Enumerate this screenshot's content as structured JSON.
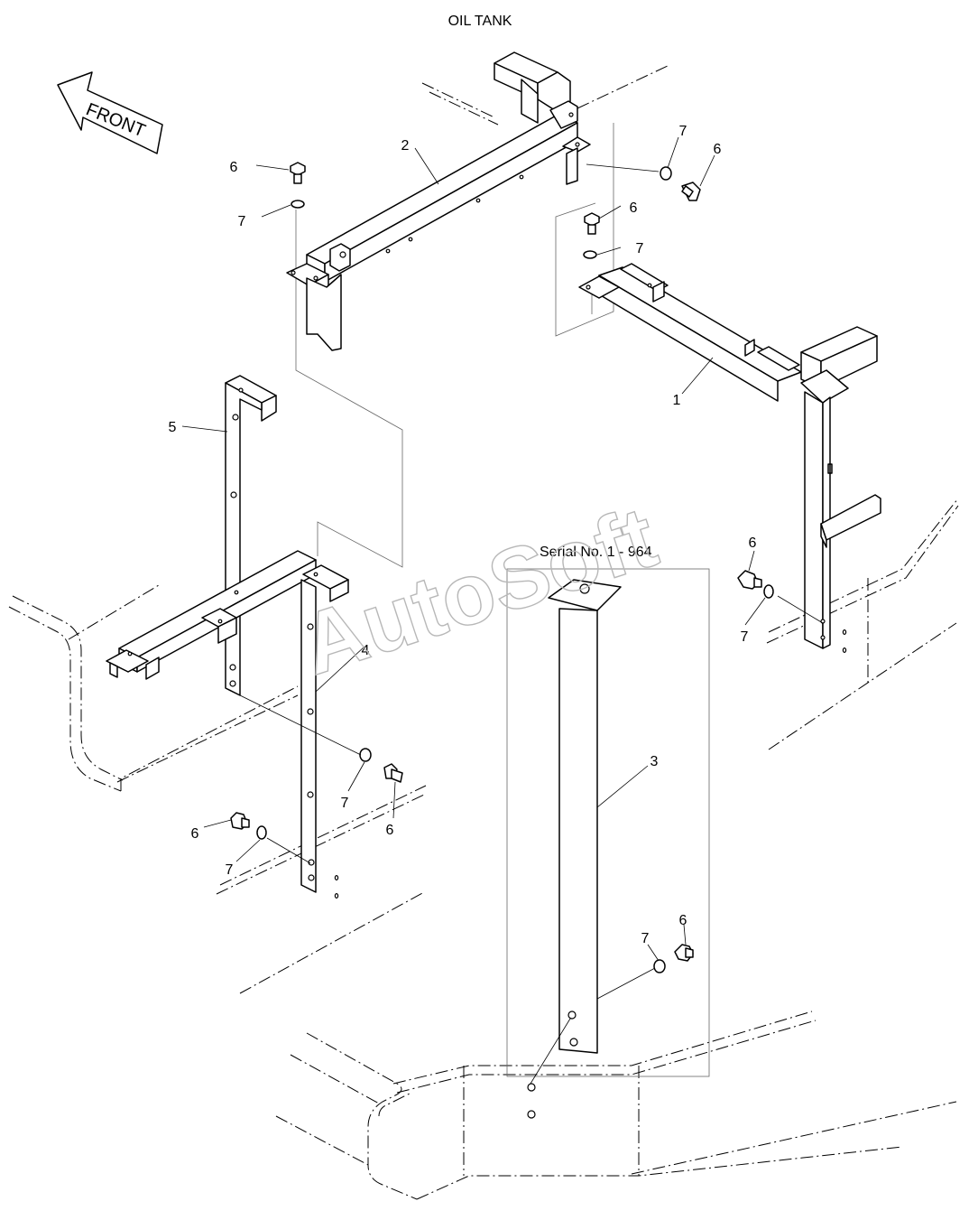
{
  "title": "OIL TANK",
  "front_label": "FRONT",
  "serial_note": "Serial No. 1 - 964",
  "watermark": "AutoSoft",
  "callouts": {
    "c1": "1",
    "c2": "2",
    "c3": "3",
    "c4": "4",
    "c5": "5",
    "bolt": "6",
    "washer": "7"
  }
}
